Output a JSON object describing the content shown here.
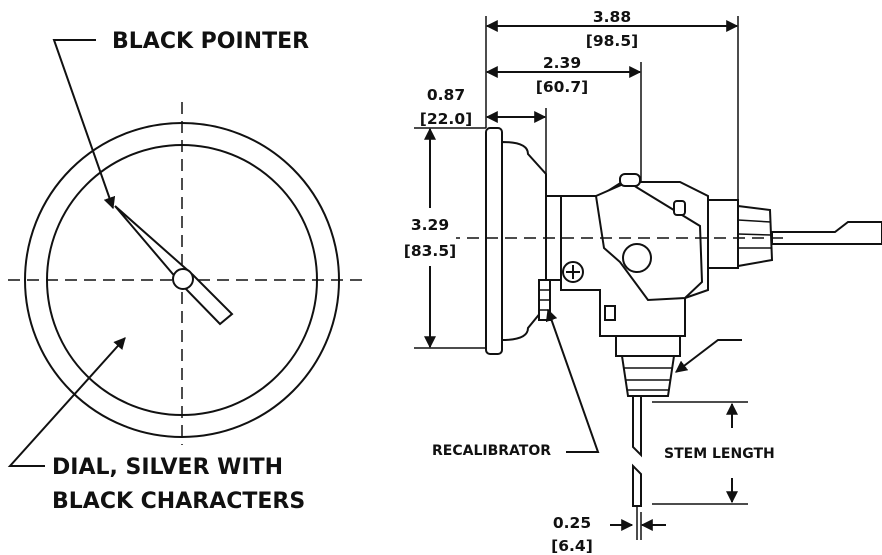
{
  "labels": {
    "black_pointer": "BLACK POINTER",
    "dial_line1": "DIAL, SILVER WITH",
    "dial_line2": "BLACK CHARACTERS",
    "recalibrator": "RECALIBRATOR",
    "stem_length": "STEM LENGTH"
  },
  "dimensions": {
    "overall_length": {
      "in": "3.88",
      "mm": "[98.5]"
    },
    "head_length": {
      "in": "2.39",
      "mm": "[60.7]"
    },
    "case_depth": {
      "in": "0.87",
      "mm": "[22.0]"
    },
    "dial_diameter": {
      "in": "3.29",
      "mm": "[83.5]"
    },
    "stem_diameter": {
      "in": "0.25",
      "mm": "[6.4]"
    }
  }
}
